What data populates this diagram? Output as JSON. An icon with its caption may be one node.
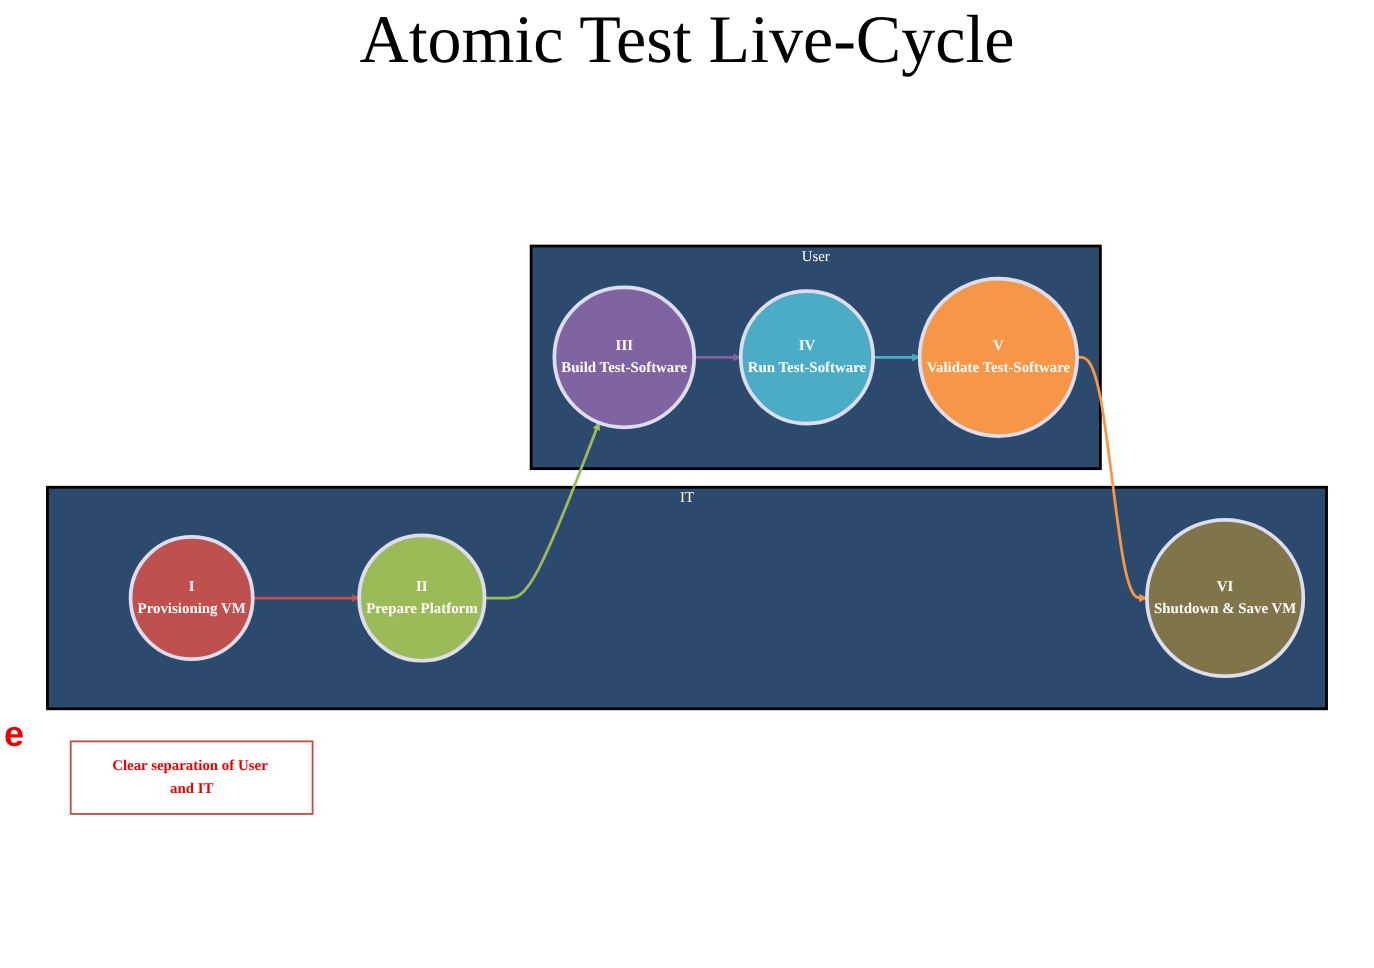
{
  "diagram": {
    "title": "Atomic Test Live-Cycle",
    "nodes": [
      {
        "text": [
          "IT"
        ]
      },
      {
        "text": [
          "I",
          "Provisioning VM"
        ],
        "in": 0
      },
      {
        "text": [
          "VI",
          "Shutdown & Save VM"
        ],
        "in": 0
      },
      {
        "text": [
          "II",
          "Prepare Platform"
        ],
        "in": 0
      },
      {
        "text": [
          "Clear separation of User and IT"
        ]
      },
      {
        "text": [
          "User"
        ]
      },
      {
        "text": [
          "III",
          "Build Test-Software"
        ],
        "in": 5
      },
      {
        "text": [
          "V",
          "Validate Test-Software"
        ],
        "in": 5
      },
      {
        "text": [
          "IV",
          "Run Test-Software"
        ],
        "in": 5
      }
    ],
    "edges": [
      {
        "from": 1,
        "to": 3,
        "arrow": "to",
        "color": "#c0504d"
      },
      {
        "from": 3,
        "to": 6,
        "arrow": "to",
        "color": "#9bbb59"
      },
      {
        "from": 6,
        "to": 8,
        "arrow": "to",
        "color": "#8064a2"
      },
      {
        "from": 8,
        "to": 7,
        "arrow": "to",
        "color": "#4bacc6"
      },
      {
        "from": 7,
        "to": 2,
        "arrow": "to",
        "color": "#f79646"
      }
    ],
    "labels": [
      "e"
    ]
  }
}
